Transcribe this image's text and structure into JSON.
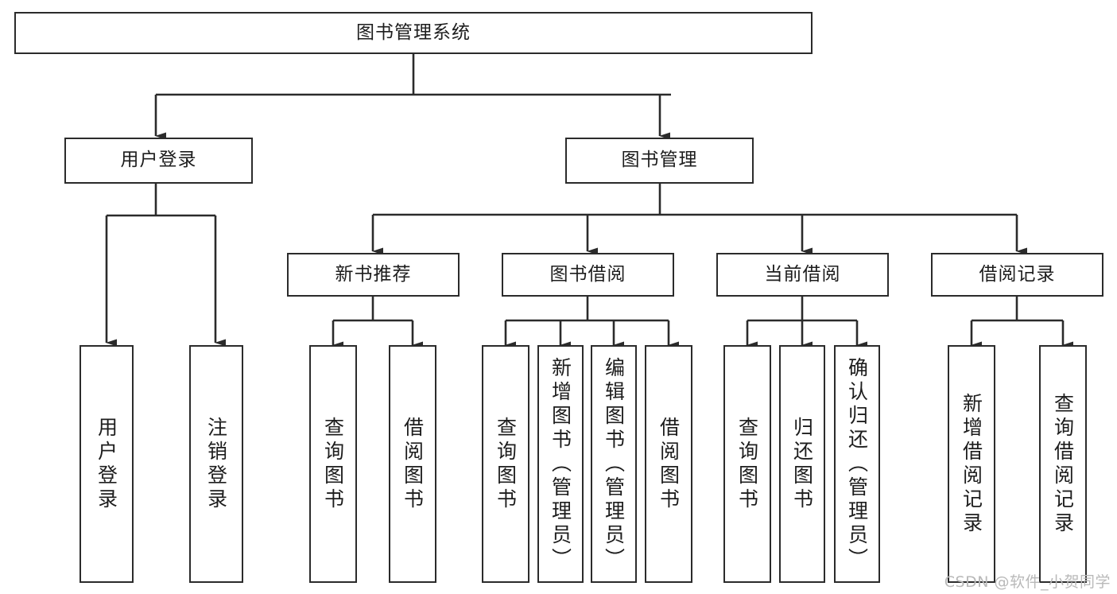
{
  "diagram": {
    "title": "图书管理系统",
    "type": "tree",
    "orientation": "top-down",
    "colors": {
      "box_border": "#2b2b2b",
      "box_fill": "#ffffff",
      "connector": "#2b2b2b",
      "text": "#1d1d1d",
      "watermark": "#b9b9b9",
      "background": "#ffffff"
    },
    "nodes": {
      "root": {
        "label": "图书管理系统"
      },
      "level2": [
        {
          "id": "user-login",
          "label": "用户登录"
        },
        {
          "id": "book-manage",
          "label": "图书管理"
        }
      ],
      "level3": [
        {
          "id": "new-book-recommend",
          "label": "新书推荐"
        },
        {
          "id": "book-borrow",
          "label": "图书借阅"
        },
        {
          "id": "current-borrow",
          "label": "当前借阅"
        },
        {
          "id": "borrow-record",
          "label": "借阅记录"
        }
      ],
      "leaves": {
        "user_login": [
          {
            "id": "leaf-user-login",
            "label": "用户登录"
          },
          {
            "id": "leaf-logout-login",
            "label": "注销登录"
          }
        ],
        "new_book_recommend": [
          {
            "id": "leaf-query-book-1",
            "label": "查询图书"
          },
          {
            "id": "leaf-borrow-book-1",
            "label": "借阅图书"
          }
        ],
        "book_borrow": [
          {
            "id": "leaf-query-book-2",
            "label": "查询图书"
          },
          {
            "id": "leaf-add-book",
            "label": "新增图书（管理员）"
          },
          {
            "id": "leaf-edit-book",
            "label": "编辑图书（管理员）"
          },
          {
            "id": "leaf-borrow-book-2",
            "label": "借阅图书"
          }
        ],
        "current_borrow": [
          {
            "id": "leaf-query-book-3",
            "label": "查询图书"
          },
          {
            "id": "leaf-return-book",
            "label": "归还图书"
          },
          {
            "id": "leaf-confirm-return",
            "label": "确认归还（管理员）"
          }
        ],
        "borrow_record": [
          {
            "id": "leaf-add-record",
            "label": "新增借阅记录"
          },
          {
            "id": "leaf-query-record",
            "label": "查询借阅记录"
          }
        ]
      }
    }
  },
  "watermark": {
    "text": "CSDN @软件_小贺同学"
  }
}
